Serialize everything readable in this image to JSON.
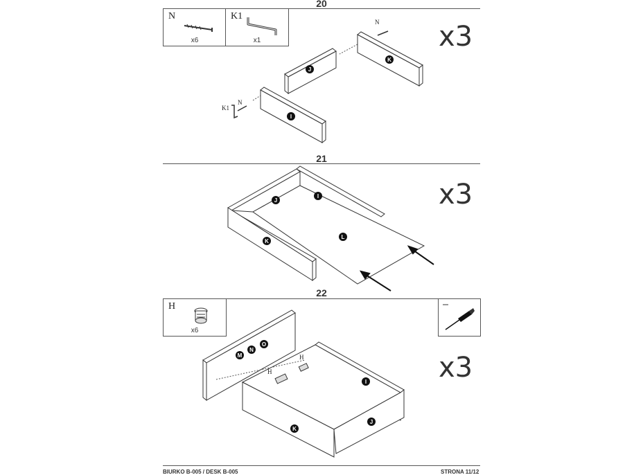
{
  "steps": [
    {
      "number": "20",
      "multiplier": "x3"
    },
    {
      "number": "21",
      "multiplier": "x3"
    },
    {
      "number": "22",
      "multiplier": "x3"
    }
  ],
  "step20_parts": [
    {
      "code": "N",
      "qty": "x6",
      "icon": "screw-icon"
    },
    {
      "code": "K1",
      "qty": "x1",
      "icon": "allen-key-icon"
    }
  ],
  "step22_parts": [
    {
      "code": "H",
      "qty": "x6",
      "icon": "cam-lock-icon"
    }
  ],
  "step22_tool": {
    "icon": "screwdriver-icon"
  },
  "panel_labels": {
    "I": "I",
    "J": "J",
    "K": "K",
    "L": "L",
    "M": "M",
    "N": "N",
    "O": "O"
  },
  "hardware_labels": {
    "N": "N",
    "K1": "K1",
    "H": "H"
  },
  "footer": {
    "left": "BIURKO B-005 / DESK B-005",
    "right": "STRONA 11/12"
  }
}
